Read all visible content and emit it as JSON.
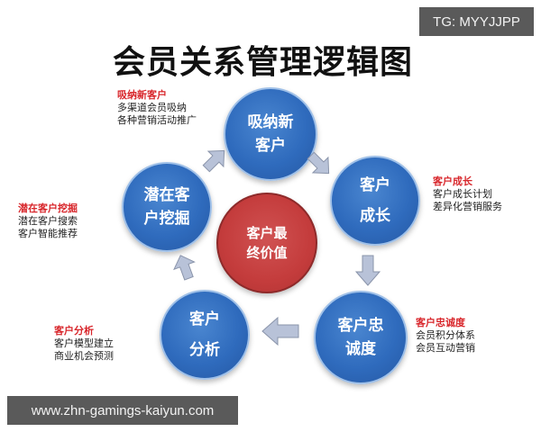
{
  "badges": {
    "top_right": "TG: MYYJJPP",
    "bottom_left": "www.zhn-gamings-kaiyun.com"
  },
  "title": "会员关系管理逻辑图",
  "colors": {
    "node_blue": "#2f6bbd",
    "center_red": "#c43c3c",
    "note_title_red": "#d8262b",
    "arrow_gray": "#b8c2d8",
    "badge_bg": "#5a5a5a"
  },
  "center": {
    "lines": [
      "客户最",
      "终价值"
    ]
  },
  "nodes": [
    {
      "id": "acquire",
      "lines": [
        "吸纳新",
        "客户"
      ]
    },
    {
      "id": "growth",
      "lines": [
        "客户",
        "成长"
      ]
    },
    {
      "id": "loyalty",
      "lines": [
        "客户忠",
        "诚度"
      ]
    },
    {
      "id": "analysis",
      "lines": [
        "客户",
        "分析"
      ]
    },
    {
      "id": "potential",
      "lines": [
        "潜在客",
        "户挖掘"
      ]
    }
  ],
  "notes": [
    {
      "id": "acquire",
      "title": "吸纳新客户",
      "lines": [
        "多渠道会员吸纳",
        "各种营销活动推广"
      ]
    },
    {
      "id": "growth",
      "title": "客户成长",
      "lines": [
        "客户成长计划",
        "差异化营销服务"
      ]
    },
    {
      "id": "loyalty",
      "title": "客户忠诚度",
      "lines": [
        "会员积分体系",
        "会员互动营销"
      ]
    },
    {
      "id": "analysis",
      "title": "客户分析",
      "lines": [
        "客户模型建立",
        "商业机会预测"
      ]
    },
    {
      "id": "potential",
      "title": "潜在客户挖掘",
      "lines": [
        "潜在客户搜索",
        "客户智能推荐"
      ]
    }
  ],
  "flow": [
    "潜在客户挖掘",
    "吸纳新客户",
    "客户成长",
    "客户忠诚度",
    "客户分析",
    "潜在客户挖掘"
  ]
}
